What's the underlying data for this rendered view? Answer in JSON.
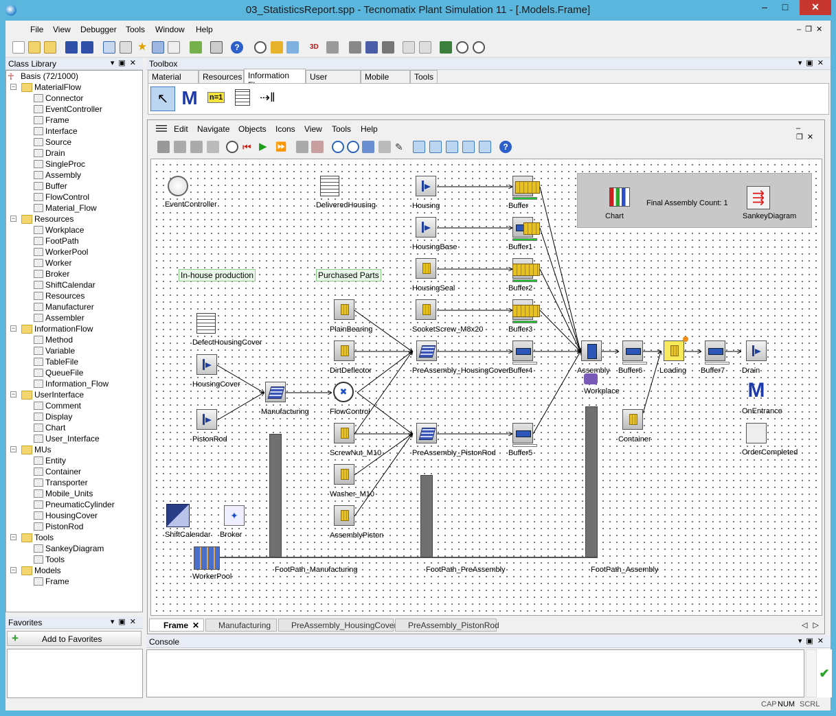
{
  "window": {
    "title": "03_StatisticsReport.spp - Tecnomatix Plant Simulation 11 - [.Models.Frame]"
  },
  "menu": {
    "items": [
      "File",
      "View",
      "Debugger",
      "Tools",
      "Window",
      "Help"
    ]
  },
  "class_library": {
    "title": "Class Library",
    "root": "Basis (72/1000)",
    "items": [
      {
        "label": "MaterialFlow",
        "level": 1,
        "folder": true
      },
      {
        "label": "Connector",
        "level": 2
      },
      {
        "label": "EventController",
        "level": 2
      },
      {
        "label": "Frame",
        "level": 2
      },
      {
        "label": "Interface",
        "level": 2
      },
      {
        "label": "Source",
        "level": 2
      },
      {
        "label": "Drain",
        "level": 2
      },
      {
        "label": "SingleProc",
        "level": 2
      },
      {
        "label": "Assembly",
        "level": 2
      },
      {
        "label": "Buffer",
        "level": 2
      },
      {
        "label": "FlowControl",
        "level": 2
      },
      {
        "label": "Material_Flow",
        "level": 2
      },
      {
        "label": "Resources",
        "level": 1,
        "folder": true
      },
      {
        "label": "Workplace",
        "level": 2
      },
      {
        "label": "FootPath",
        "level": 2
      },
      {
        "label": "WorkerPool",
        "level": 2
      },
      {
        "label": "Worker",
        "level": 2
      },
      {
        "label": "Broker",
        "level": 2
      },
      {
        "label": "ShiftCalendar",
        "level": 2
      },
      {
        "label": "Resources",
        "level": 2
      },
      {
        "label": "Manufacturer",
        "level": 2
      },
      {
        "label": "Assembler",
        "level": 2
      },
      {
        "label": "InformationFlow",
        "level": 1,
        "folder": true
      },
      {
        "label": "Method",
        "level": 2
      },
      {
        "label": "Variable",
        "level": 2
      },
      {
        "label": "TableFile",
        "level": 2
      },
      {
        "label": "QueueFile",
        "level": 2
      },
      {
        "label": "Information_Flow",
        "level": 2
      },
      {
        "label": "UserInterface",
        "level": 1,
        "folder": true
      },
      {
        "label": "Comment",
        "level": 2
      },
      {
        "label": "Display",
        "level": 2
      },
      {
        "label": "Chart",
        "level": 2
      },
      {
        "label": "User_Interface",
        "level": 2
      },
      {
        "label": "MUs",
        "level": 1,
        "folder": true
      },
      {
        "label": "Entity",
        "level": 2
      },
      {
        "label": "Container",
        "level": 2
      },
      {
        "label": "Transporter",
        "level": 2
      },
      {
        "label": "Mobile_Units",
        "level": 2
      },
      {
        "label": "PneumaticCylinder",
        "level": 2
      },
      {
        "label": "HousingCover",
        "level": 2
      },
      {
        "label": "PistonRod",
        "level": 2
      },
      {
        "label": "Tools",
        "level": 1,
        "folder": true
      },
      {
        "label": "SankeyDiagram",
        "level": 2
      },
      {
        "label": "Tools",
        "level": 2
      },
      {
        "label": "Models",
        "level": 1,
        "folder": true
      },
      {
        "label": "Frame",
        "level": 2
      }
    ]
  },
  "favorites": {
    "title": "Favorites",
    "add_label": "Add to Favorites"
  },
  "toolbox": {
    "title": "Toolbox",
    "tabs": [
      "Material Flow",
      "Resources",
      "Information Flow",
      "User Interface",
      "Mobile Units",
      "Tools"
    ],
    "active_tab": "Information Flow",
    "variable_label": "n=1"
  },
  "frame": {
    "menu": [
      "Edit",
      "Navigate",
      "Objects",
      "Icons",
      "View",
      "Tools",
      "Help"
    ],
    "objects": {
      "event_controller": "EventController",
      "delivered_housing": "DeliveredHousing",
      "housing": "Housing",
      "buffer": "Buffer",
      "housing_base": "HousingBase",
      "buffer1": "Buffer1",
      "housing_seal": "HousingSeal",
      "buffer2": "Buffer2",
      "socket_screw": "SocketScrew_M8x20",
      "buffer3": "Buffer3",
      "plain_bearing": "PlainBearing",
      "dirt_deflector": "DirtDeflector",
      "preassembly_housingcover": "PreAssembly_HousingCover",
      "buffer4": "Buffer4",
      "assembly": "Assembly",
      "buffer6": "Buffer6",
      "loading": "Loading",
      "buffer7": "Buffer7",
      "drain": "Drain",
      "workplace": "Workplace",
      "defect_housing_cover": "DefectHousingCover",
      "housing_cover": "HousingCover",
      "manufacturing": "Manufacturing",
      "flow_control": "FlowControl",
      "piston_rod": "PistonRod",
      "screw_nut": "ScrewNut_M10",
      "preassembly_pistonrod": "PreAssembly_PistonRod",
      "buffer5": "Buffer5",
      "washer": "Washer_M10",
      "assembly_piston": "AssemblyPiston",
      "container": "Container",
      "on_entrance": "OnEntrance",
      "order_completed": "OrderCompleted",
      "shift_calendar": "ShiftCalendar",
      "broker": "Broker",
      "worker_pool": "WorkerPool",
      "fp_manufacturing": "FootPath_Manufacturing",
      "fp_preassembly": "FootPath_PreAssembly",
      "fp_assembly": "FootPath_Assembly",
      "chart": "Chart",
      "final_count": "Final Assembly Count: 1",
      "sankey": "SankeyDiagram",
      "inhouse": "In-house production",
      "purchased": "Purchased Parts"
    },
    "tabs": [
      "Frame",
      "Manufacturing",
      "PreAssembly_HousingCover",
      "PreAssembly_PistonRod"
    ],
    "active_tab": "Frame"
  },
  "console": {
    "title": "Console"
  },
  "status": {
    "cap": "CAP",
    "num": "NUM",
    "scrl": "SCRL"
  },
  "colors": {
    "accent": "#5ab6dc",
    "close": "#c7372f",
    "buffer_fill": "#23c435",
    "part": "#e8c21c"
  }
}
